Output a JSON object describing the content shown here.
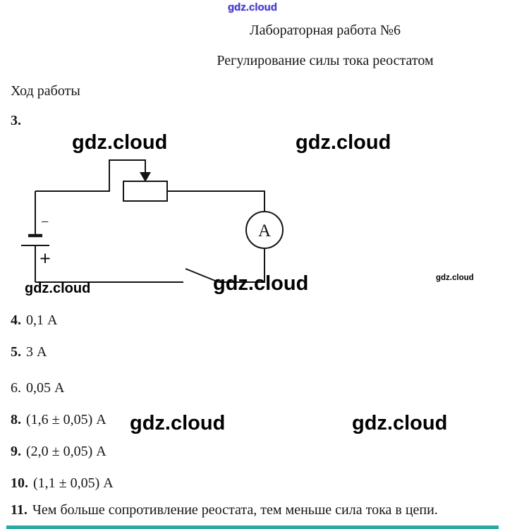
{
  "colors": {
    "accent_teal": "#2BA8A4",
    "watermark_blue": "#4A3FD0",
    "ink": "#161616"
  },
  "header": {
    "title": "Лабораторная работа №6",
    "subtitle": "Регулирование силы тока реостатом",
    "section_heading": "Ход работы"
  },
  "diagram": {
    "item_number": "3.",
    "ammeter_label": "A",
    "battery_minus_label": "−",
    "battery_plus_label": "+"
  },
  "watermarks": {
    "top": "gdz.cloud",
    "large": "gdz.cloud",
    "medium": "gdz.cloud",
    "tiny": "gdz.cloud"
  },
  "answers": [
    {
      "num": "4.",
      "text": "0,1 А"
    },
    {
      "num": "5.",
      "text": "3 А"
    },
    {
      "num": "6.",
      "text": "0,05 А"
    },
    {
      "num": "8.",
      "text": "(1,6 ± 0,05) А"
    },
    {
      "num": "9.",
      "text": "(2,0 ± 0,05) А"
    },
    {
      "num": "10.",
      "text": "(1,1 ± 0,05) А"
    },
    {
      "num": "11.",
      "text": "Чем больше сопротивление реостата, тем меньше сила тока в цепи."
    }
  ]
}
